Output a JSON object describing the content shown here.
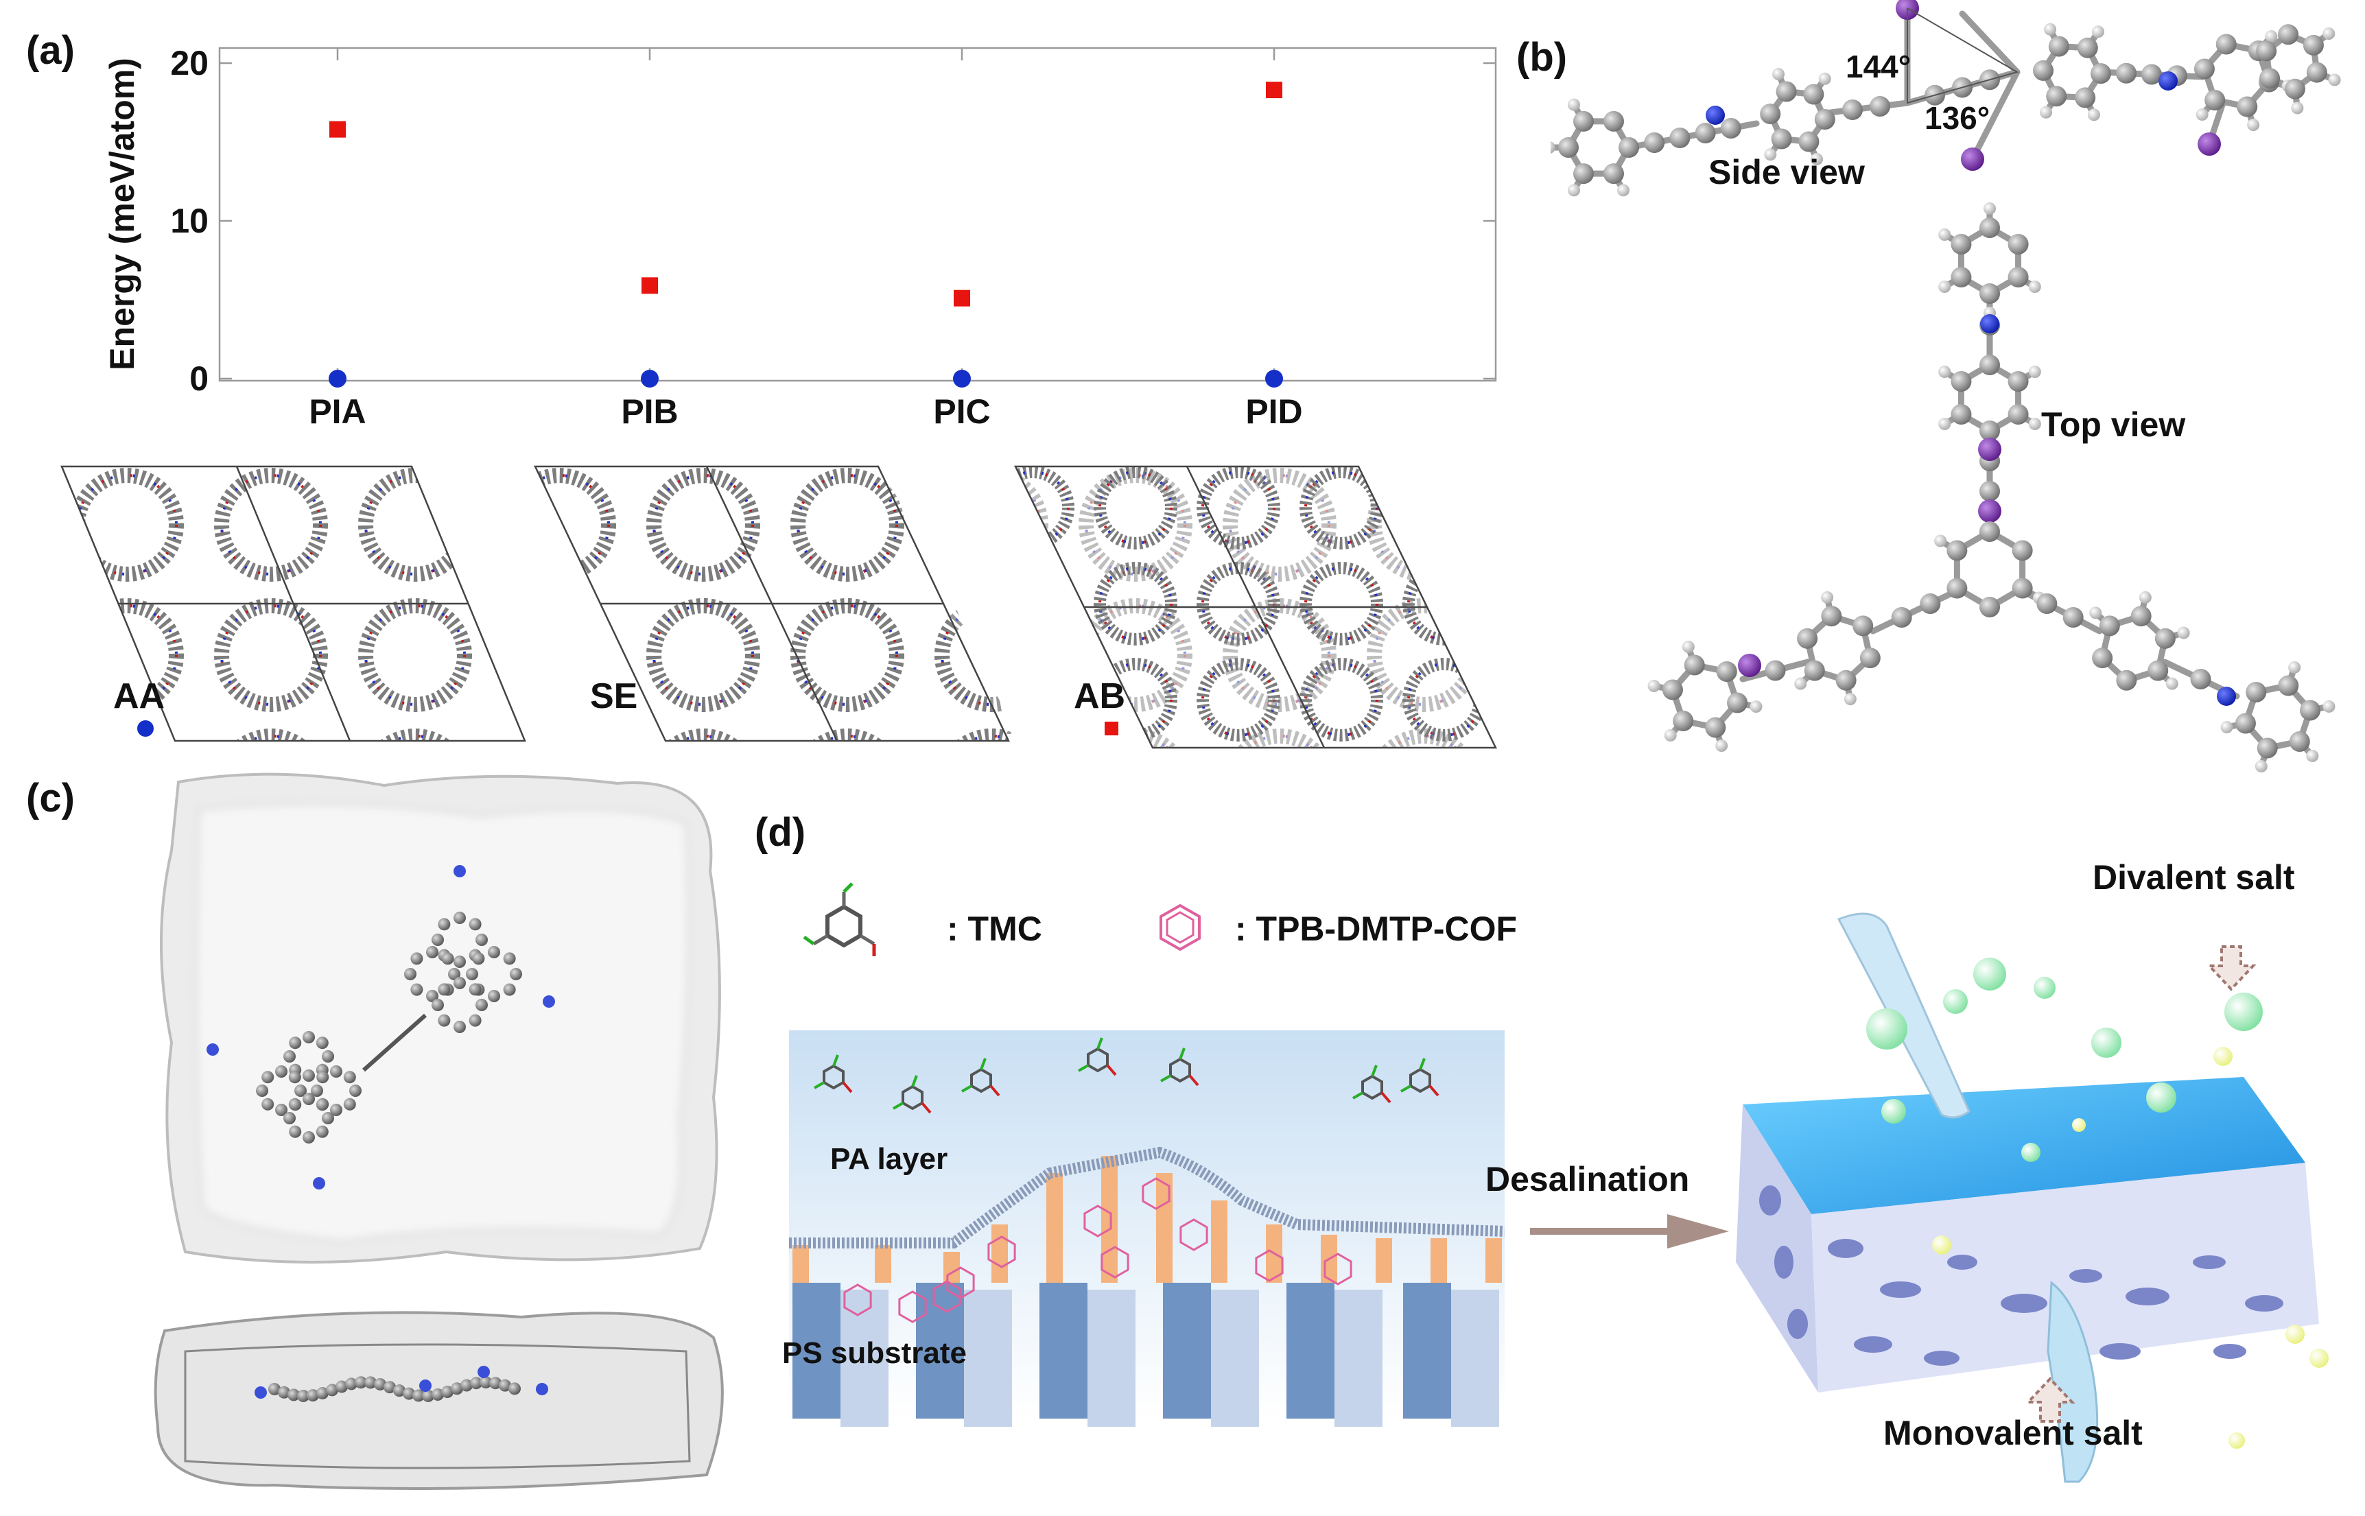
{
  "panels": {
    "a": "(a)",
    "b": "(b)",
    "c": "(c)",
    "d": "(d)"
  },
  "chart_data": {
    "type": "scatter",
    "ylabel": "Energy (meV/atom)",
    "categories": [
      "PIA",
      "PIB",
      "PIC",
      "PID"
    ],
    "yticks": [
      "0",
      "10",
      "20"
    ],
    "ylim": [
      0,
      20
    ],
    "series": [
      {
        "marker": "square",
        "color": "#e8140f",
        "values": [
          15.8,
          5.9,
          5.1,
          18.3
        ]
      },
      {
        "marker": "circle",
        "color": "#1430c8",
        "values": [
          0,
          0,
          0,
          0
        ]
      }
    ]
  },
  "stacking": {
    "aa": "AA",
    "se": "SE",
    "ab": "AB"
  },
  "panel_b": {
    "angle1": "144°",
    "angle2": "136°",
    "side_view": "Side view",
    "top_view": "Top view"
  },
  "panel_d": {
    "tmc_legend": ": TMC",
    "cof_legend": ": TPB-DMTP-COF",
    "pa_layer": "PA layer",
    "ps_substrate": "PS substrate",
    "desalination": "Desalination",
    "divalent": "Divalent salt",
    "monovalent": "Monovalent salt"
  },
  "colors": {
    "carbon": "#8a8a8a",
    "nitrogen": "#1a2fd0",
    "oxygen": "#d81818",
    "iodine": "#7a2fa8",
    "water_blue": "#2ea6e8",
    "pillar": "#f4b27e"
  }
}
